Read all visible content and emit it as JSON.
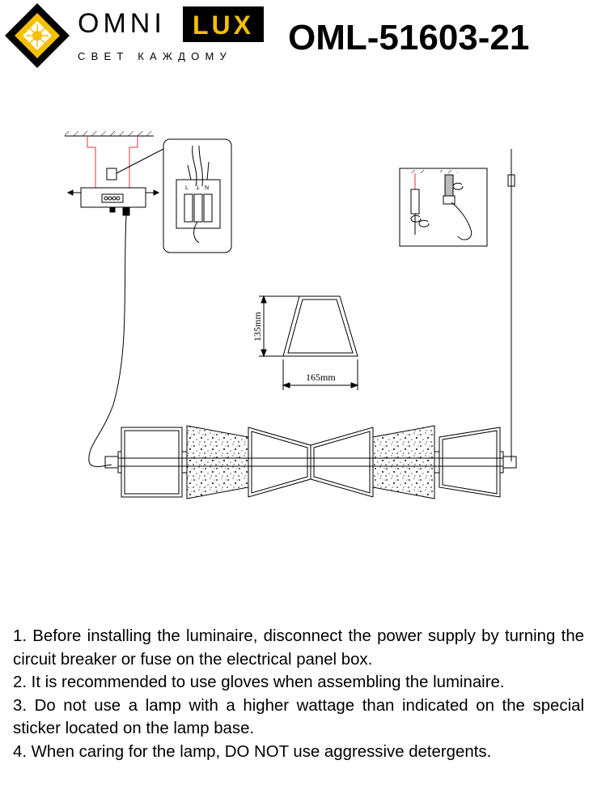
{
  "brand": {
    "name_left": "OMNI",
    "name_right": "LUX",
    "slogan": "СВЕТ КАЖДОМУ",
    "accent_color": "#f5c000"
  },
  "model": "OML-51603-21",
  "drawing": {
    "terminal_labels": [
      "L",
      "⏚",
      "N"
    ],
    "dim_height": "135mm",
    "dim_width": "165mm"
  },
  "instructions": [
    "1. Before installing the luminaire, disconnect the power supply by turning the circuit breaker or fuse on the electrical panel box.",
    "2. It is recommended to use gloves when assembling the luminaire.",
    "3. Do not use a lamp with a higher wattage than indicated on the special sticker located on the lamp base.",
    "4. When caring for the lamp, DO NOT use aggressive detergents."
  ]
}
